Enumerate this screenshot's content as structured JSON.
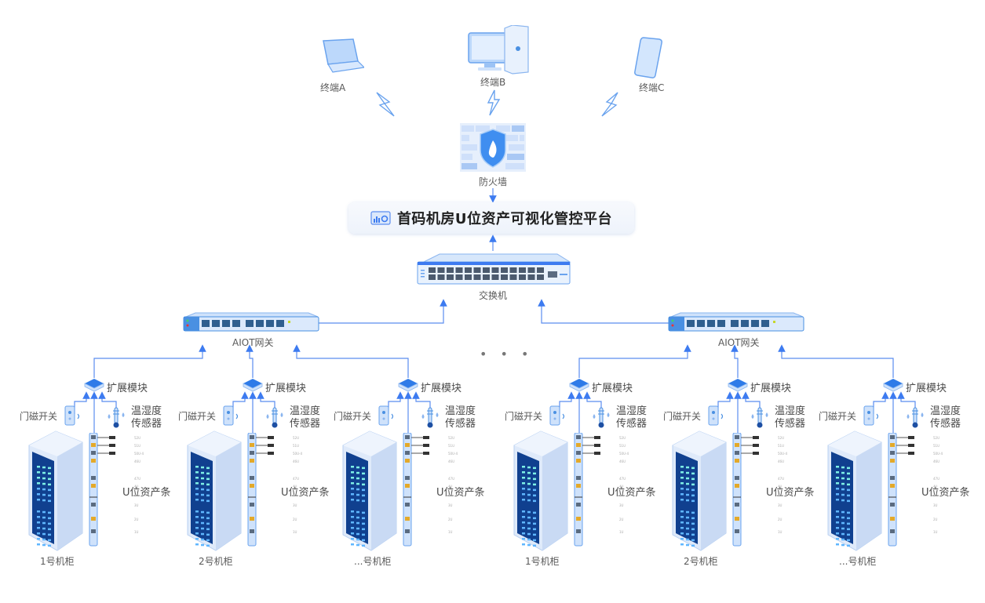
{
  "terminals": [
    {
      "label": "终端A",
      "icon": "laptop-icon"
    },
    {
      "label": "终端B",
      "icon": "desktop-computer-icon"
    },
    {
      "label": "终端C",
      "icon": "smartphone-icon"
    }
  ],
  "firewall": {
    "label": "防火墙",
    "icon": "firewall-shield-icon"
  },
  "platform": {
    "title": "首码机房U位资产可视化管控平台",
    "icon": "dashboard-monitor-icon"
  },
  "core_switch": {
    "label": "交换机"
  },
  "gateways": [
    {
      "label": "AIOT网关"
    },
    {
      "label": "AIOT网关"
    }
  ],
  "ellipsis": "• • •",
  "groups": [
    {
      "cabinets": [
        {
          "name": "1号机柜",
          "module": "扩展模块",
          "door": "门磁开关",
          "sensor_line1": "温湿度",
          "sensor_line2": "传感器",
          "strip": "U位资产条"
        },
        {
          "name": "2号机柜",
          "module": "扩展模块",
          "door": "门磁开关",
          "sensor_line1": "温湿度",
          "sensor_line2": "传感器",
          "strip": "U位资产条"
        },
        {
          "name": "...号机柜",
          "module": "扩展模块",
          "door": "门磁开关",
          "sensor_line1": "温湿度",
          "sensor_line2": "传感器",
          "strip": "U位资产条"
        }
      ]
    },
    {
      "cabinets": [
        {
          "name": "1号机柜",
          "module": "扩展模块",
          "door": "门磁开关",
          "sensor_line1": "温湿度",
          "sensor_line2": "传感器",
          "strip": "U位资产条"
        },
        {
          "name": "2号机柜",
          "module": "扩展模块",
          "door": "门磁开关",
          "sensor_line1": "温湿度",
          "sensor_line2": "传感器",
          "strip": "U位资产条"
        },
        {
          "name": "...号机柜",
          "module": "扩展模块",
          "door": "门磁开关",
          "sensor_line1": "温湿度",
          "sensor_line2": "传感器",
          "strip": "U位资产条"
        }
      ]
    }
  ],
  "u_strip_labels": [
    "52U",
    "51U",
    "50U-48U",
    "46U",
    "47U",
    "4U",
    "3U",
    "2U",
    "1U"
  ],
  "colors": {
    "line": "#5b8def",
    "arrow": "#3d7bf0",
    "device": "#4a90e2",
    "device_light": "#cfe2fb"
  }
}
